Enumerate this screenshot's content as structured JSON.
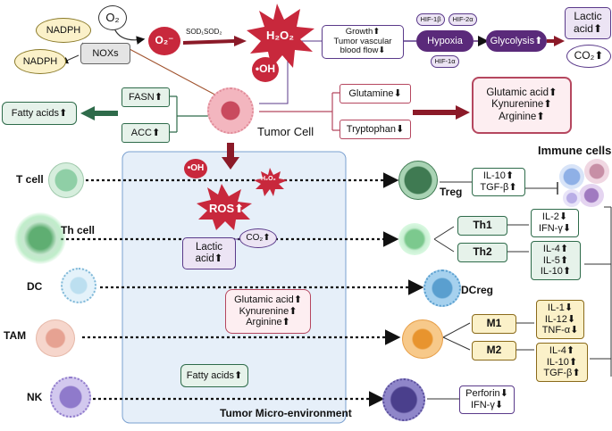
{
  "top": {
    "nadph_1": "NADPH",
    "nadph_2": "NADPH",
    "o2": "O₂",
    "superoxide": "O₂⁻",
    "noxs": "NOXs",
    "sod": "SOD₁SOD₂",
    "h2o2": "H₂O₂",
    "oh": "•OH",
    "growth_lines": [
      "Growth⬆",
      "Tumor vascular",
      "blood flow⬇"
    ],
    "hif_1b": "HIF-1β",
    "hif_2a": "HIF-2α",
    "hif_1a": "HIF-1α",
    "hypoxia": "Hypoxia",
    "glycolysis": "Glycolysis⬆",
    "lactic_lines": [
      "Lactic",
      "acid⬆"
    ],
    "co2": "CO₂⬆"
  },
  "left": {
    "fatty_acids": "Fatty acids⬆",
    "fasn": "FASN⬆",
    "acc": "ACC⬆",
    "tumor_cell": "Tumor Cell"
  },
  "amino": {
    "glutamine": "Glutamine⬇",
    "tryptophan": "Tryptophan⬇",
    "result_lines": [
      "Glutamic acid⬆",
      "Kynurenine⬆",
      "Arginine⬆"
    ]
  },
  "tme": {
    "title": "Tumor Micro-environment",
    "oh": "•OH",
    "h2o2": "H₂O₂",
    "ros": "ROS⬆",
    "co2": "CO₂⬆",
    "lactic_lines": [
      "Lactic",
      "acid⬆"
    ],
    "amino_lines": [
      "Glutamic acid⬆",
      "Kynurenine⬆",
      "Arginine⬆"
    ],
    "fatty_acids": "Fatty acids⬆"
  },
  "cells": {
    "t_cell": "T cell",
    "th_cell": "Th cell",
    "dc": "DC",
    "tam": "TAM",
    "nk": "NK",
    "treg": "Treg",
    "dcreg": "DCreg",
    "immune_cells": "Immune cells"
  },
  "outcomes": {
    "treg_lines": [
      "IL-10⬆",
      "TGF-β⬆"
    ],
    "th1": "Th1",
    "th2": "Th2",
    "th1_lines": [
      "IL-2⬇",
      "IFN-γ⬇"
    ],
    "th2_lines": [
      "IL-4⬆",
      "IL-5⬆",
      "IL-10⬆"
    ],
    "m1": "M1",
    "m2": "M2",
    "m1_lines": [
      "IL-1⬇",
      "IL-12⬇",
      "TNF-α⬇"
    ],
    "m2_lines": [
      "IL-4⬆",
      "IL-10⬆",
      "TGF-β⬆"
    ],
    "nk_lines": [
      "Perforin⬇",
      "IFN-γ⬇"
    ]
  },
  "colors": {
    "red_arrow": "#8b1a28",
    "hypoxia_purple": "#5a2a7a",
    "green_arrow": "#2e6b4a",
    "tme_bg": "#e6eff9",
    "pink_box_border": "#b5475f",
    "gold_box": "#fbf1c9"
  }
}
